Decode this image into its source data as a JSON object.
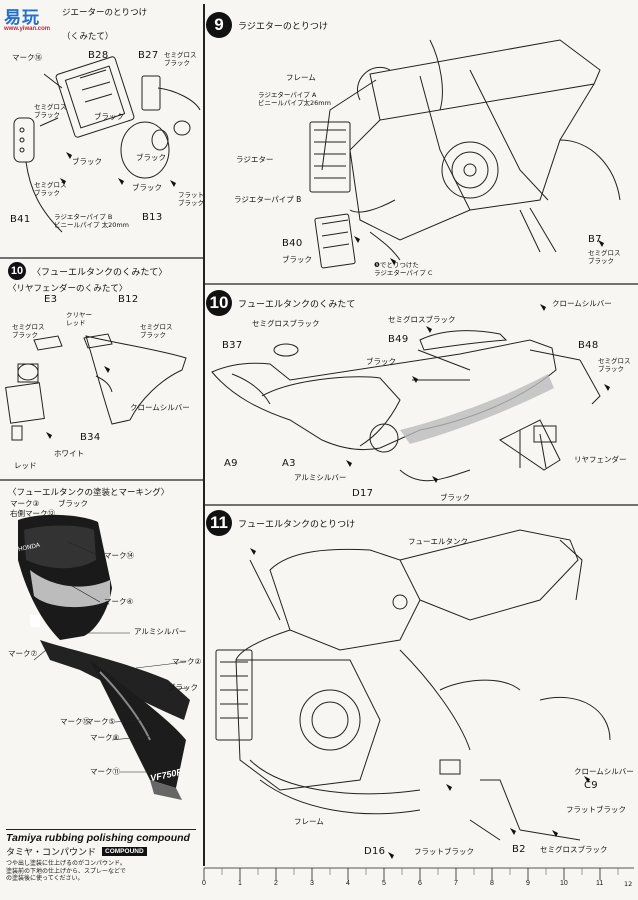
{
  "logo": {
    "cn": "易玩",
    "url": "www.yiwan.com"
  },
  "left_top": {
    "heading": "ジエーターのとりつけ",
    "sub": "（くみたて）",
    "labels": [
      "マーク⑯",
      "セミグロス\nブラック",
      "ブラック",
      "セミグロス\nブラック",
      "ブラック",
      "ブラック",
      "ブラック",
      "フラット\nブラック",
      "セミグロス\nブラック",
      "ラジエターパイプ B\nビニールパイプ 太20mm"
    ],
    "parts": [
      "B28",
      "B27",
      "B41",
      "B13"
    ]
  },
  "step10_left": {
    "num": "10",
    "heading": "〈フューエルタンクのくみたて〉",
    "sub": "〈リヤフェンダーのくみたて〉",
    "parts": [
      "E3",
      "B12",
      "B34"
    ],
    "labels": [
      "セミグロス\nブラック",
      "クリヤー\nレッド",
      "セミグロス\nブラック",
      "クロームシルバー",
      "ホワイト",
      "レッド"
    ]
  },
  "paint": {
    "heading": "〈フューエルタンクの塗装とマーキング〉",
    "labels": [
      "マーク③",
      "右側マーク⑫",
      "ブラック",
      "マーク⑭",
      "マーク④",
      "アルミシルバー",
      "マーク⑦",
      "マーク②",
      "ブラック",
      "マーク⑮",
      "マーク⑤",
      "マーク⑧",
      "マーク⑪"
    ],
    "brand": "HONDA",
    "model": "VF750F"
  },
  "compound": {
    "title": "Tamiya rubbing polishing compound",
    "jp": "タミヤ・コンパウンド",
    "badge": "COMPOUND",
    "desc": "つや出し塗装に仕上げるのがコンパウンド。\n塗装前の下地の仕上げから、スプレーなどで\nの塗装後に使ってください。"
  },
  "step9": {
    "num": "9",
    "heading": "ラジエターのとりつけ",
    "labels": [
      "フレーム",
      "ラジエターパイプ A\nビニールパイプ太26mm",
      "ラジエター",
      "ラジエターパイプ B",
      "ブラック",
      "❺でとりつけた\nラジエターパイプ C",
      "セミグロス\nブラック"
    ],
    "parts": [
      "B40",
      "B7"
    ]
  },
  "step10_right": {
    "num": "10",
    "heading": "フューエルタンクのくみたて",
    "labels": [
      "セミグロスブラック",
      "セミグロスブラック",
      "クロームシルバー",
      "ブラック",
      "セミグロス\nブラック",
      "リヤフェンダー",
      "アルミシルバー",
      "ブラック"
    ],
    "parts": [
      "B37",
      "B49",
      "B48",
      "A9",
      "A3",
      "D17"
    ]
  },
  "step11": {
    "num": "11",
    "heading": "フューエルタンクのとりつけ",
    "labels": [
      "フューエルタンク",
      "クロームシルバー",
      "フラットブラック",
      "フレーム",
      "フラットブラック",
      "セミグロスブラック"
    ],
    "parts": [
      "C9",
      "D16",
      "B2"
    ]
  },
  "ruler": {
    "ticks": [
      "0",
      "1",
      "2",
      "3",
      "4",
      "5",
      "6",
      "7",
      "8",
      "9",
      "10",
      "11"
    ],
    "page": "12"
  }
}
